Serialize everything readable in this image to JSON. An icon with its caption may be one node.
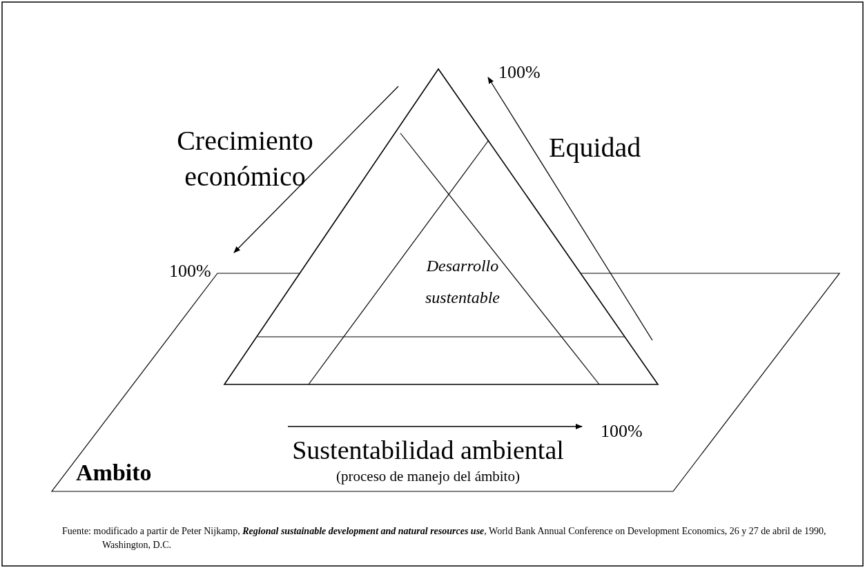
{
  "diagram": {
    "caption": "Fuente: modificado a partir de Peter Nijkamp, **Regional sustainable development and natural resources use**, World Bank Annual Conference on Development Economics, 26 y 27 de abril de 1990, Washington, D.C.",
    "nodes": [
      {
        "text": [
          "Desarrollo sustentable"
        ]
      },
      {
        "text": [
          "Ambito"
        ]
      }
    ],
    "labels": [
      "100%",
      "Crecimiento económico",
      "Equidad",
      "100%",
      "100%",
      "Sustentabilidad ambiental",
      "(proceso de manejo del ámbito)"
    ]
  }
}
